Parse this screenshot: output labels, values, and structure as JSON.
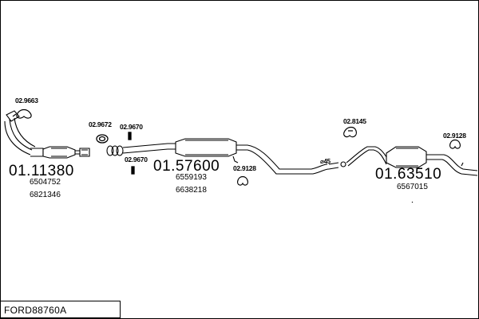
{
  "diagram_title": "FORD88760A",
  "groups": [
    {
      "part_number": "01.11380",
      "oem_numbers": [
        "6504752",
        "6821346"
      ]
    },
    {
      "part_number": "01.57600",
      "oem_numbers": [
        "6559193",
        "6638218"
      ]
    },
    {
      "part_number": "01.63510",
      "oem_numbers": [
        "6567015"
      ]
    }
  ],
  "accessories": [
    "02.9663",
    "02.9672",
    "02.9670",
    "02.9670",
    "02.9128",
    "02.8145",
    "02.9128"
  ],
  "pipe_diameter_label": "⌀45",
  "colors": {
    "line": "#000000",
    "background": "#ffffff"
  }
}
